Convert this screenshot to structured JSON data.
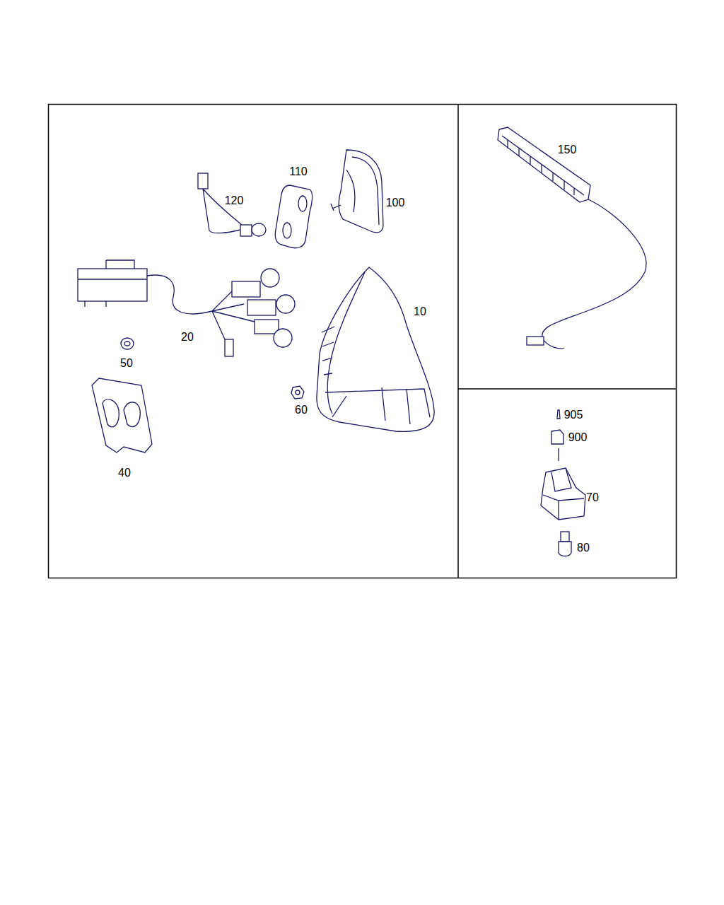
{
  "diagram": {
    "labels": [
      "150",
      "110",
      "120",
      "100",
      "10",
      "20",
      "50",
      "60",
      "40",
      "905",
      "900",
      "70",
      "80"
    ]
  }
}
